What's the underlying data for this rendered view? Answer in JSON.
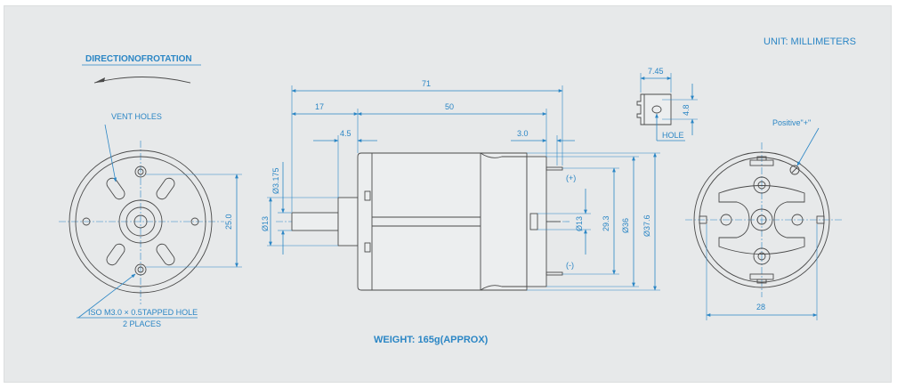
{
  "header": {
    "unit": "UNIT: MILLIMETERS",
    "rotation_title": "DIRECTIONOFROTATION",
    "weight": "WEIGHT: 165g(APPROX)"
  },
  "front_view": {
    "vent_label": "VENT HOLES",
    "tap_label_line1": "ISO M3.0 × 0.5TAPPED HOLE",
    "tap_label_line2": "2 PLACES",
    "dim_height": "25.0"
  },
  "side_view": {
    "dim_total": "71",
    "dim_shaft": "17",
    "dim_body": "50",
    "dim_boss_len": "4.5",
    "dim_term_offset": "3.0",
    "dim_shaft_dia": "Ø3.175",
    "dim_boss_dia": "Ø13",
    "dim_rear_boss_dia": "Ø13",
    "dim_terminal_span": "29.3",
    "dim_body_dia": "Ø36",
    "dim_can_dia": "Ø37.6",
    "terminal_plus": "(+)",
    "terminal_minus": "(-)"
  },
  "terminal_detail": {
    "dim_width": "7.45",
    "dim_height": "4.8",
    "hole_label": "HOLE"
  },
  "rear_view": {
    "positive_label": "Positive\"+\"",
    "dim_width": "28"
  },
  "colors": {
    "line": "#2b86c5",
    "drawing": "#4a4a4a",
    "background": "#e7e9ea"
  }
}
